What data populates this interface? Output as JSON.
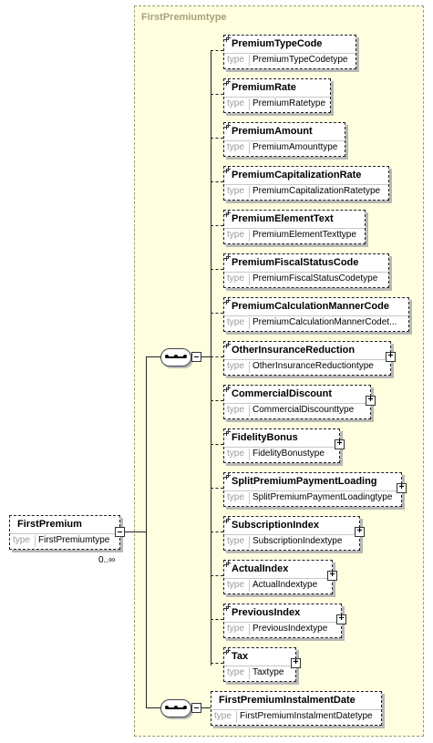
{
  "complex_type": {
    "label": "FirstPremiumtype"
  },
  "root": {
    "name": "FirstPremium",
    "type_key": "type",
    "type_value": "FirstPremiumtype",
    "multiplicity": "0..∞"
  },
  "elements": [
    {
      "name": "PremiumTypeCode",
      "type_key": "type",
      "type_value": "PremiumTypeCodetype"
    },
    {
      "name": "PremiumRate",
      "type_key": "type",
      "type_value": "PremiumRatetype"
    },
    {
      "name": "PremiumAmount",
      "type_key": "type",
      "type_value": "PremiumAmounttype"
    },
    {
      "name": "PremiumCapitalizationRate",
      "type_key": "type",
      "type_value": "PremiumCapitalizationRatetype"
    },
    {
      "name": "PremiumElementText",
      "type_key": "type",
      "type_value": "PremiumElementTexttype"
    },
    {
      "name": "PremiumFiscalStatusCode",
      "type_key": "type",
      "type_value": "PremiumFiscalStatusCodetype"
    },
    {
      "name": "PremiumCalculationMannerCode",
      "type_key": "type",
      "type_value": "PremiumCalculationMannerCodet..."
    },
    {
      "name": "OtherInsuranceReduction",
      "type_key": "type",
      "type_value": "OtherInsuranceReductiontype"
    },
    {
      "name": "CommercialDiscount",
      "type_key": "type",
      "type_value": "CommercialDiscounttype"
    },
    {
      "name": "FidelityBonus",
      "type_key": "type",
      "type_value": "FidelityBonustype"
    },
    {
      "name": "SplitPremiumPaymentLoading",
      "type_key": "type",
      "type_value": "SplitPremiumPaymentLoadingtype"
    },
    {
      "name": "SubscriptionIndex",
      "type_key": "type",
      "type_value": "SubscriptionIndextype"
    },
    {
      "name": "ActualIndex",
      "type_key": "type",
      "type_value": "ActualIndextype"
    },
    {
      "name": "PreviousIndex",
      "type_key": "type",
      "type_value": "PreviousIndextype"
    },
    {
      "name": "Tax",
      "type_key": "type",
      "type_value": "Taxtype"
    },
    {
      "name": "FirstPremiumInstalmentDate",
      "type_key": "type",
      "type_value": "FirstPremiumInstalmentDatetype"
    }
  ]
}
